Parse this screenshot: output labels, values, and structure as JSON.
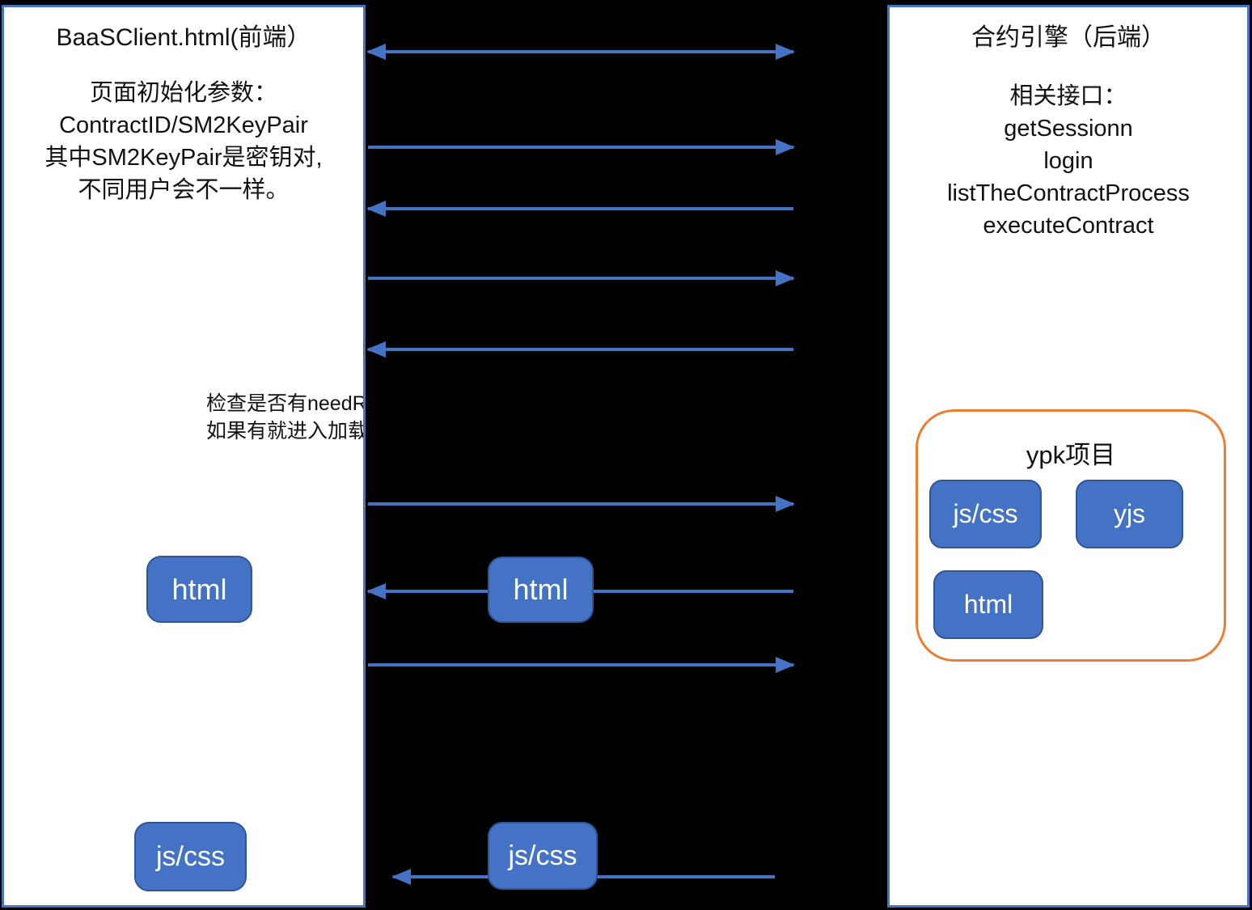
{
  "diagram": {
    "left_panel": {
      "title": "BaaSClient.html(前端）",
      "line1": "页面初始化参数：",
      "line2": "ContractID/SM2KeyPair",
      "line3": "其中SM2KeyPair是密钥对,",
      "line4": "不同用户会不一样。",
      "annotation_line1": "检查是否有needR",
      "annotation_line2": "如果有就进入加载",
      "html_box_label": "html",
      "jscss_box_label": "js/css"
    },
    "middle": {
      "html_box_label": "html",
      "jscss_box_label": "js/css"
    },
    "right_panel": {
      "title": "合约引擎（后端）",
      "line1": "相关接口：",
      "line2": "getSessionn",
      "line3": "login",
      "line4": "listTheContractProcess",
      "line5": "executeContract",
      "ypk": {
        "title": "ypk项目",
        "item_jscss": "js/css",
        "item_yjs": "yjs",
        "item_html": "html"
      }
    },
    "arrows": [
      {
        "order": 1,
        "direction": "both"
      },
      {
        "order": 2,
        "direction": "right"
      },
      {
        "order": 3,
        "direction": "left"
      },
      {
        "order": 4,
        "direction": "right"
      },
      {
        "order": 5,
        "direction": "left"
      },
      {
        "order": 6,
        "direction": "right"
      },
      {
        "order": 7,
        "direction": "left"
      },
      {
        "order": 8,
        "direction": "right"
      },
      {
        "order": 9,
        "direction": "left"
      }
    ],
    "colors": {
      "accent_blue": "#4472C4",
      "accent_orange": "#ED7D31",
      "box_fill": "#4472C4",
      "background": "#000000"
    }
  }
}
